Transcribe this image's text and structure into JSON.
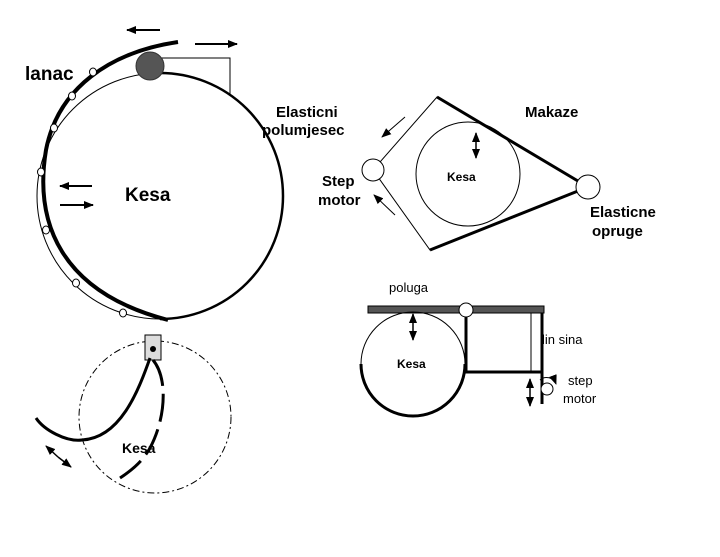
{
  "diagram1": {
    "chain_label": "lanac",
    "crescent_label_line1": "Elasticni",
    "crescent_label_line2": "polumjesec",
    "bag_label": "Kesa"
  },
  "diagram2": {
    "scissors_label": "Makaze",
    "motor_label_line1": "Step",
    "motor_label_line2": "motor",
    "bag_label": "Kesa",
    "springs_label_line1": "Elasticne",
    "springs_label_line2": "opruge"
  },
  "diagram3": {
    "lever_label": "poluga",
    "rail_label": "lin sina",
    "bag_label": "Kesa",
    "motor_label_line1": "step",
    "motor_label_line2": "motor"
  },
  "diagram4": {
    "bag_label": "Kesa"
  }
}
